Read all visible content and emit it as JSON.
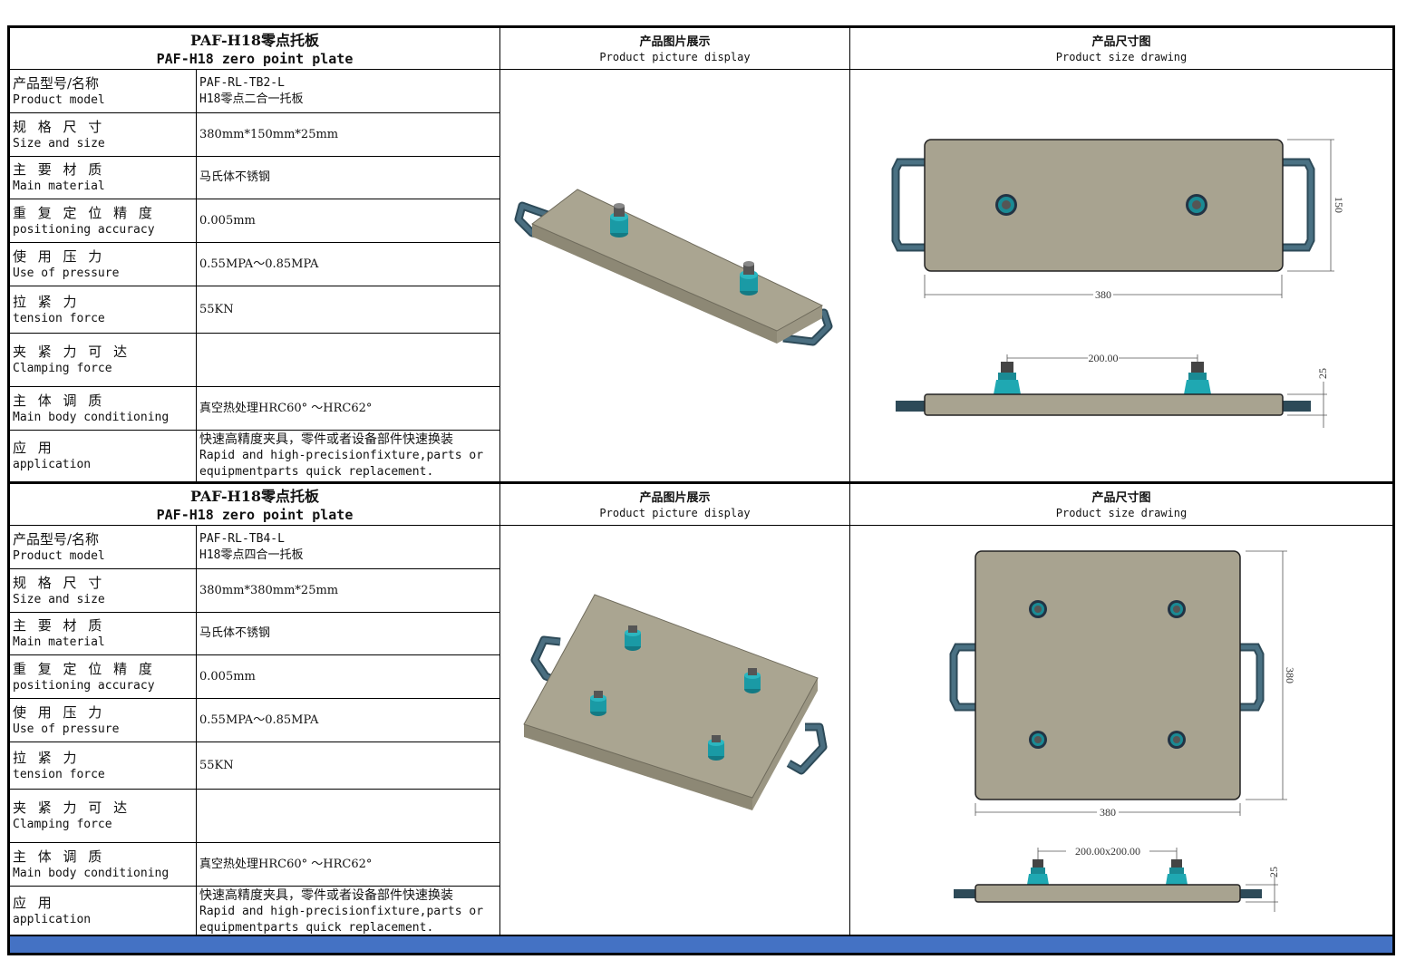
{
  "products": [
    {
      "title_zh": "PAF-H18零点托板",
      "title_en": "PAF-H18 zero point plate",
      "pic_header_zh": "产品图片展示",
      "pic_header_en": "Product picture display",
      "draw_header_zh": "产品尺寸图",
      "draw_header_en": "Product size drawing",
      "specs": [
        {
          "label_zh": "产品型号/名称",
          "label_en": "Product model",
          "value": "PAF-RL-TB2-L",
          "value2": "H18零点二合一托板"
        },
        {
          "label_zh": "规 格 尺 寸",
          "label_en": "Size and size",
          "value": "380mm*150mm*25mm"
        },
        {
          "label_zh": "主 要 材 质",
          "label_en": "Main material",
          "value": "马氏体不锈钢"
        },
        {
          "label_zh": "重 复 定 位 精 度",
          "label_en": "positioning accuracy",
          "value": "0.005mm"
        },
        {
          "label_zh": "使 用 压 力",
          "label_en": "Use of pressure",
          "value": "0.55MPA～0.85MPA"
        },
        {
          "label_zh": "拉 紧 力",
          "label_en": "tension force",
          "value": "55KN"
        },
        {
          "label_zh": "夹 紧 力 可 达",
          "label_en": "Clamping force",
          "value": ""
        },
        {
          "label_zh": "主 体 调 质",
          "label_en": "Main body conditioning",
          "value": "真空热处理HRC60° ～HRC62°"
        },
        {
          "label_zh": "应 用",
          "label_en": "application",
          "value": "快速高精度夹具，零件或者设备部件快速换装",
          "value2": "Rapid and high-precisionfixture,parts or",
          "value3": "equipmentparts quick replacement."
        }
      ],
      "dims": {
        "length": "380",
        "width": "150",
        "spacing": "200.00",
        "height": "25"
      }
    },
    {
      "title_zh": "PAF-H18零点托板",
      "title_en": "PAF-H18 zero point plate",
      "pic_header_zh": "产品图片展示",
      "pic_header_en": "Product picture display",
      "draw_header_zh": "产品尺寸图",
      "draw_header_en": "Product size drawing",
      "specs": [
        {
          "label_zh": "产品型号/名称",
          "label_en": "Product model",
          "value": "PAF-RL-TB4-L",
          "value2": "H18零点四合一托板"
        },
        {
          "label_zh": "规 格 尺 寸",
          "label_en": "Size and size",
          "value": "380mm*380mm*25mm"
        },
        {
          "label_zh": "主 要 材 质",
          "label_en": "Main material",
          "value": "马氏体不锈钢"
        },
        {
          "label_zh": "重 复 定 位 精 度",
          "label_en": "positioning accuracy",
          "value": "0.005mm"
        },
        {
          "label_zh": "使 用 压 力",
          "label_en": "Use of pressure",
          "value": "0.55MPA～0.85MPA"
        },
        {
          "label_zh": "拉 紧 力",
          "label_en": "tension force",
          "value": "55KN"
        },
        {
          "label_zh": "夹 紧 力 可 达",
          "label_en": "Clamping force",
          "value": ""
        },
        {
          "label_zh": "主 体 调 质",
          "label_en": "Main body conditioning",
          "value": "真空热处理HRC60° ～HRC62°"
        },
        {
          "label_zh": "应 用",
          "label_en": "application",
          "value": "快速高精度夹具，零件或者设备部件快速换装",
          "value2": "Rapid and high-precisionfixture,parts or",
          "value3": "equipmentparts quick replacement."
        }
      ],
      "dims": {
        "length": "380",
        "width": "380",
        "spacing": "200.00x200.00",
        "height": "25"
      }
    }
  ],
  "colors": {
    "plate": "#a8a390",
    "plate_edge": "#6f6b5c",
    "handle": "#3f5f6f",
    "pin": "#1a8a94",
    "accent_bar": "#4472c4"
  }
}
